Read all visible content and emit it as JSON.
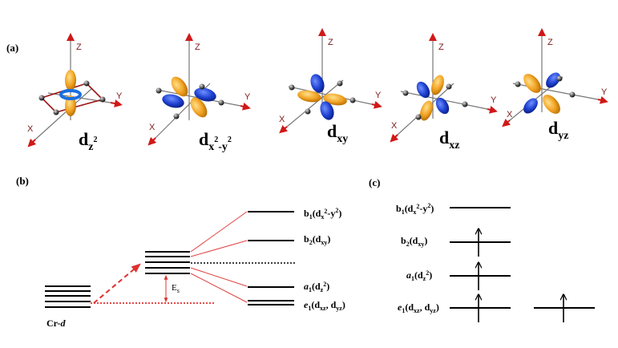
{
  "panels": {
    "a": {
      "label": "(a)",
      "orbitals": [
        {
          "name": "dz2",
          "main": "d",
          "sub": "z",
          "sup": "2",
          "sub2": ""
        },
        {
          "name": "dx2-y2",
          "main": "d",
          "sub": "x",
          "sup": "2",
          "sub2": "-y",
          "sup2": "2"
        },
        {
          "name": "dxy",
          "main": "d",
          "sub": "xy"
        },
        {
          "name": "dxz",
          "main": "d",
          "sub": "xz"
        },
        {
          "name": "dyz",
          "main": "d",
          "sub": "yz"
        }
      ],
      "axes": {
        "z": "Z",
        "x": "X",
        "y": "Y"
      }
    },
    "b": {
      "label": "(b)",
      "cr_label": "Cr-",
      "cr_label_d": "d",
      "es_label": "E",
      "es_sub": "s",
      "levels": [
        {
          "name": "b1",
          "text": "b",
          "idx": "1",
          "orb": "(d",
          "osub": "x",
          "osup": "2",
          "mid": "-y",
          "msup": "2",
          "end": ")"
        },
        {
          "name": "b2",
          "text": "b",
          "idx": "2",
          "orb": "(d",
          "osub": "xy",
          "end": ")"
        },
        {
          "name": "a1",
          "text": "a",
          "idx": "1",
          "orb": "(d",
          "osub": "z",
          "osup": "2",
          "end": ")"
        },
        {
          "name": "e1",
          "text": "e",
          "idx": "1",
          "orb": "(d",
          "osub": "xz",
          "mid": ", d",
          "msub": "yz",
          "end": ")"
        }
      ]
    },
    "c": {
      "label": "(c)"
    }
  },
  "colors": {
    "lobe_orange": "#f0a020",
    "lobe_blue": "#1c3fcf",
    "axis_red": "#d01818",
    "line_red": "#e04040",
    "ring_blue": "#1a6fe0"
  }
}
